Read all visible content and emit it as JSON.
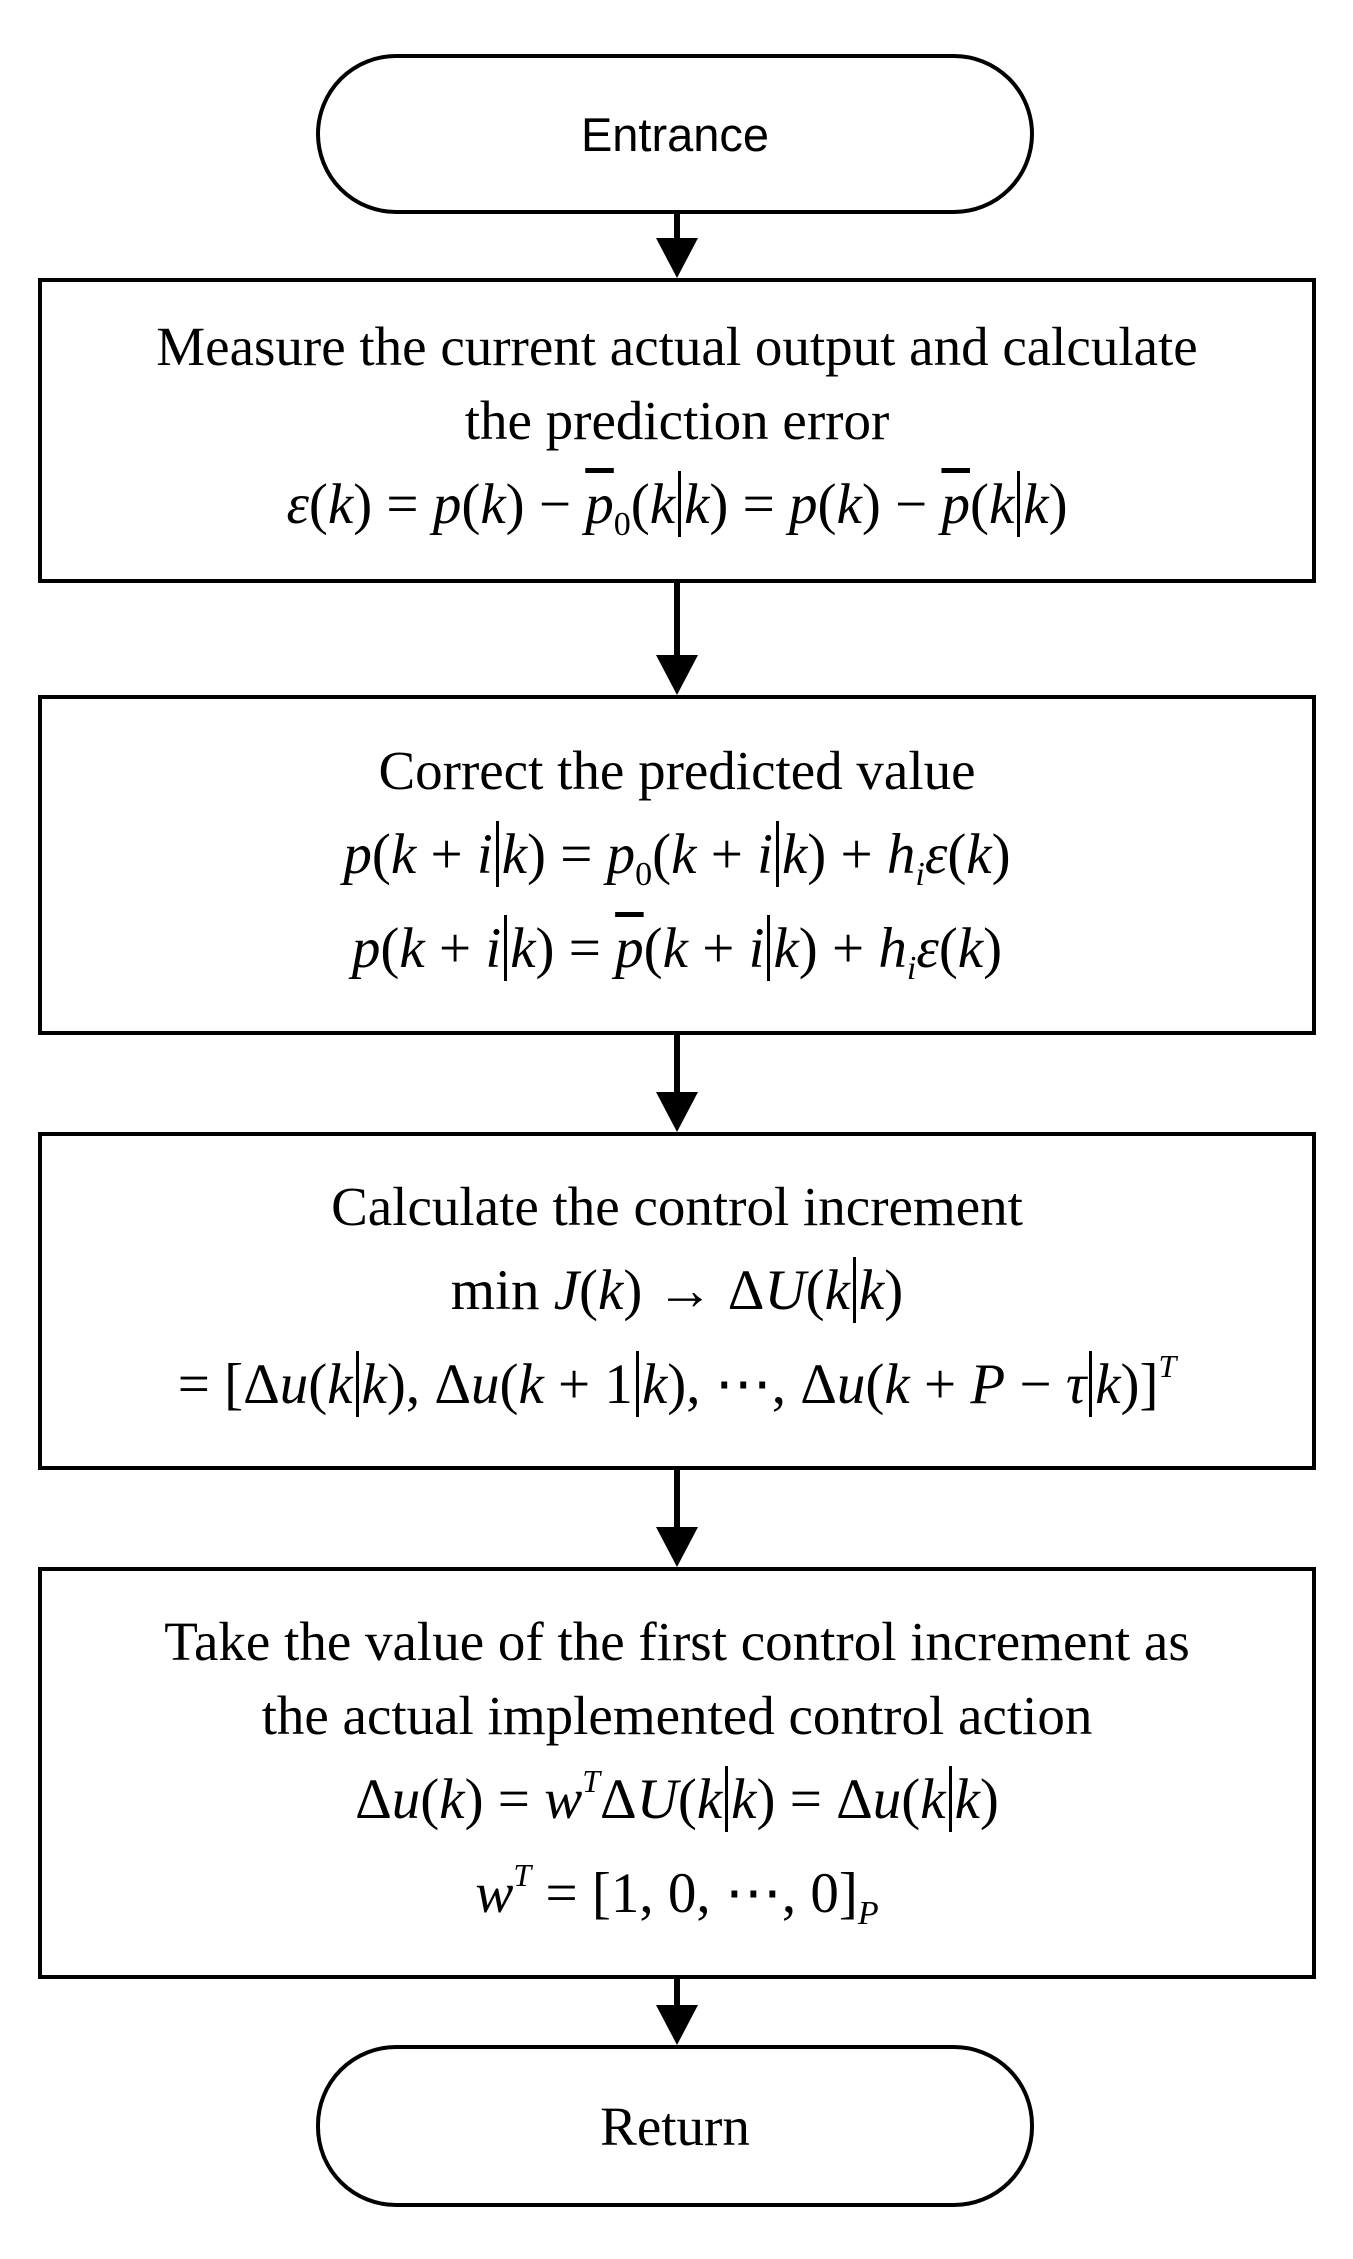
{
  "start": {
    "label": "Entrance"
  },
  "steps": [
    {
      "lines": [
        "Measure the current actual output and calculate",
        "the prediction error"
      ],
      "equations": [
        "ε(k) = p(k) − p̄0(k|k) = p(k) − p̄(k|k)"
      ]
    },
    {
      "lines": [
        "Correct the predicted value"
      ],
      "equations": [
        "p(k+i|k) = p0(k+i|k) + hi ε(k)",
        "p(k+i|k) = p̄(k+i|k) + hi ε(k)"
      ]
    },
    {
      "lines": [
        "Calculate the control increment"
      ],
      "equations": [
        "min J(k) → ΔU(k|k)",
        "= [Δu(k|k), Δu(k+1|k), ⋯, Δu(k+P−τ|k)]T"
      ]
    },
    {
      "lines": [
        "Take the value of the first control increment as",
        "the actual implemented control action"
      ],
      "equations": [
        "Δu(k) = wT ΔU(k|k) = Δu(k|k)",
        "wT = [1, 0, ⋯, 0]P"
      ]
    }
  ],
  "end": {
    "label": "Return"
  }
}
